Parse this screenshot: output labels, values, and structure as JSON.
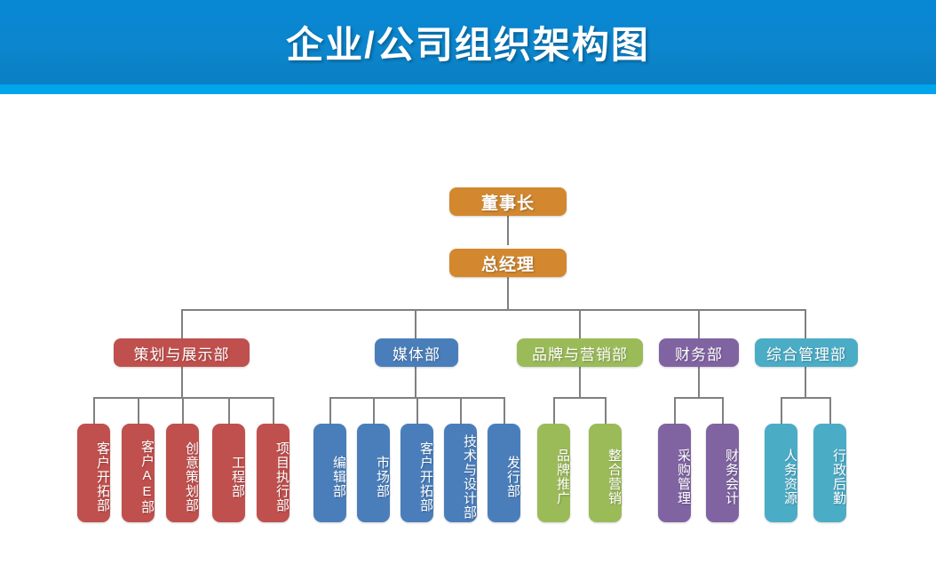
{
  "header": {
    "title": "企业/公司组织架构图",
    "banner_color": "#0c86cd",
    "strip_color": "#01a5ec"
  },
  "chart": {
    "type": "org-chart",
    "top_nodes": [
      {
        "id": "chairman",
        "label": "董事长",
        "color": "#d3882f",
        "level": 0
      },
      {
        "id": "general-manager",
        "label": "总经理",
        "color": "#d3882f",
        "level": 1
      }
    ],
    "departments": [
      {
        "id": "planning-exhibition",
        "label": "策划与展示部",
        "color": "#c0504d",
        "children": [
          {
            "id": "client-development",
            "label": "客户开拓部"
          },
          {
            "id": "client-ae",
            "label": "客户AE部"
          },
          {
            "id": "creative-planning",
            "label": "创意策划部"
          },
          {
            "id": "engineering",
            "label": "工程部"
          },
          {
            "id": "project-execution",
            "label": "项目执行部"
          }
        ]
      },
      {
        "id": "media",
        "label": "媒体部",
        "color": "#4a7ebb",
        "children": [
          {
            "id": "editorial",
            "label": "编辑部"
          },
          {
            "id": "market",
            "label": "市场部"
          },
          {
            "id": "media-client-development",
            "label": "客户开拓部"
          },
          {
            "id": "technology-design",
            "label": "技术与设计部"
          },
          {
            "id": "distribution",
            "label": "发行部"
          }
        ]
      },
      {
        "id": "brand-marketing",
        "label": "品牌与营销部",
        "color": "#9bbb59",
        "children": [
          {
            "id": "brand-promotion",
            "label": "品牌推广"
          },
          {
            "id": "integrated-marketing",
            "label": "整合营销"
          }
        ]
      },
      {
        "id": "finance",
        "label": "财务部",
        "color": "#8064a2",
        "children": [
          {
            "id": "procurement-management",
            "label": "采购管理"
          },
          {
            "id": "financial-accounting",
            "label": "财务会计"
          }
        ]
      },
      {
        "id": "general-administration",
        "label": "综合管理部",
        "color": "#4bacc6",
        "children": [
          {
            "id": "human-resources",
            "label": "人务资源"
          },
          {
            "id": "administrative-logistics",
            "label": "行政后勤"
          }
        ]
      }
    ]
  }
}
